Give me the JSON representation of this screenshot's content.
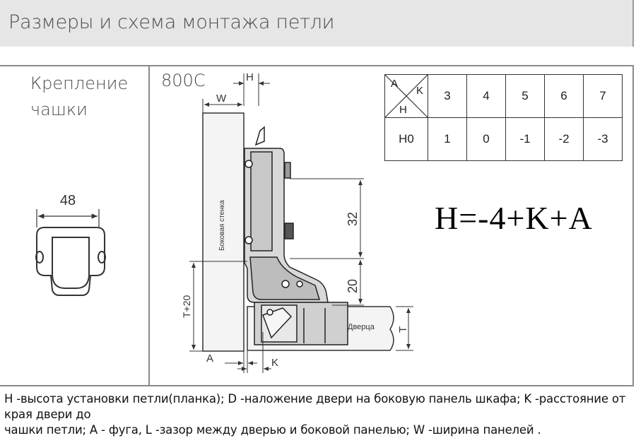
{
  "header": {
    "title": "Размеры и схема монтажа петли"
  },
  "left_panel": {
    "title_line1": "Крепление",
    "title_line2": "чашки",
    "cup_width": "48"
  },
  "diagram": {
    "model": "800C",
    "labels": {
      "H": "H",
      "W": "W",
      "side_wall": "Боковая стенка",
      "door": "Дверца",
      "dim_32": "32",
      "dim_20": "20",
      "T20": "T+20",
      "T": "T",
      "A": "A",
      "K": "K"
    }
  },
  "table": {
    "corner": {
      "A": "A",
      "K": "K",
      "H": "H"
    },
    "k_values": [
      "3",
      "4",
      "5",
      "6",
      "7"
    ],
    "row_label": "H0",
    "h_values": [
      "1",
      "0",
      "-1",
      "-2",
      "-3"
    ]
  },
  "formula": "H=-4+K+A",
  "footer": {
    "line1": "H -высота установки петли(планка); D -наложение двери на боковую панель шкафа; K -расстояние от края двери до",
    "line2": "чашки петли; A - фуга, L -зазор между дверью и боковой панелью; W -ширина панелей ."
  }
}
